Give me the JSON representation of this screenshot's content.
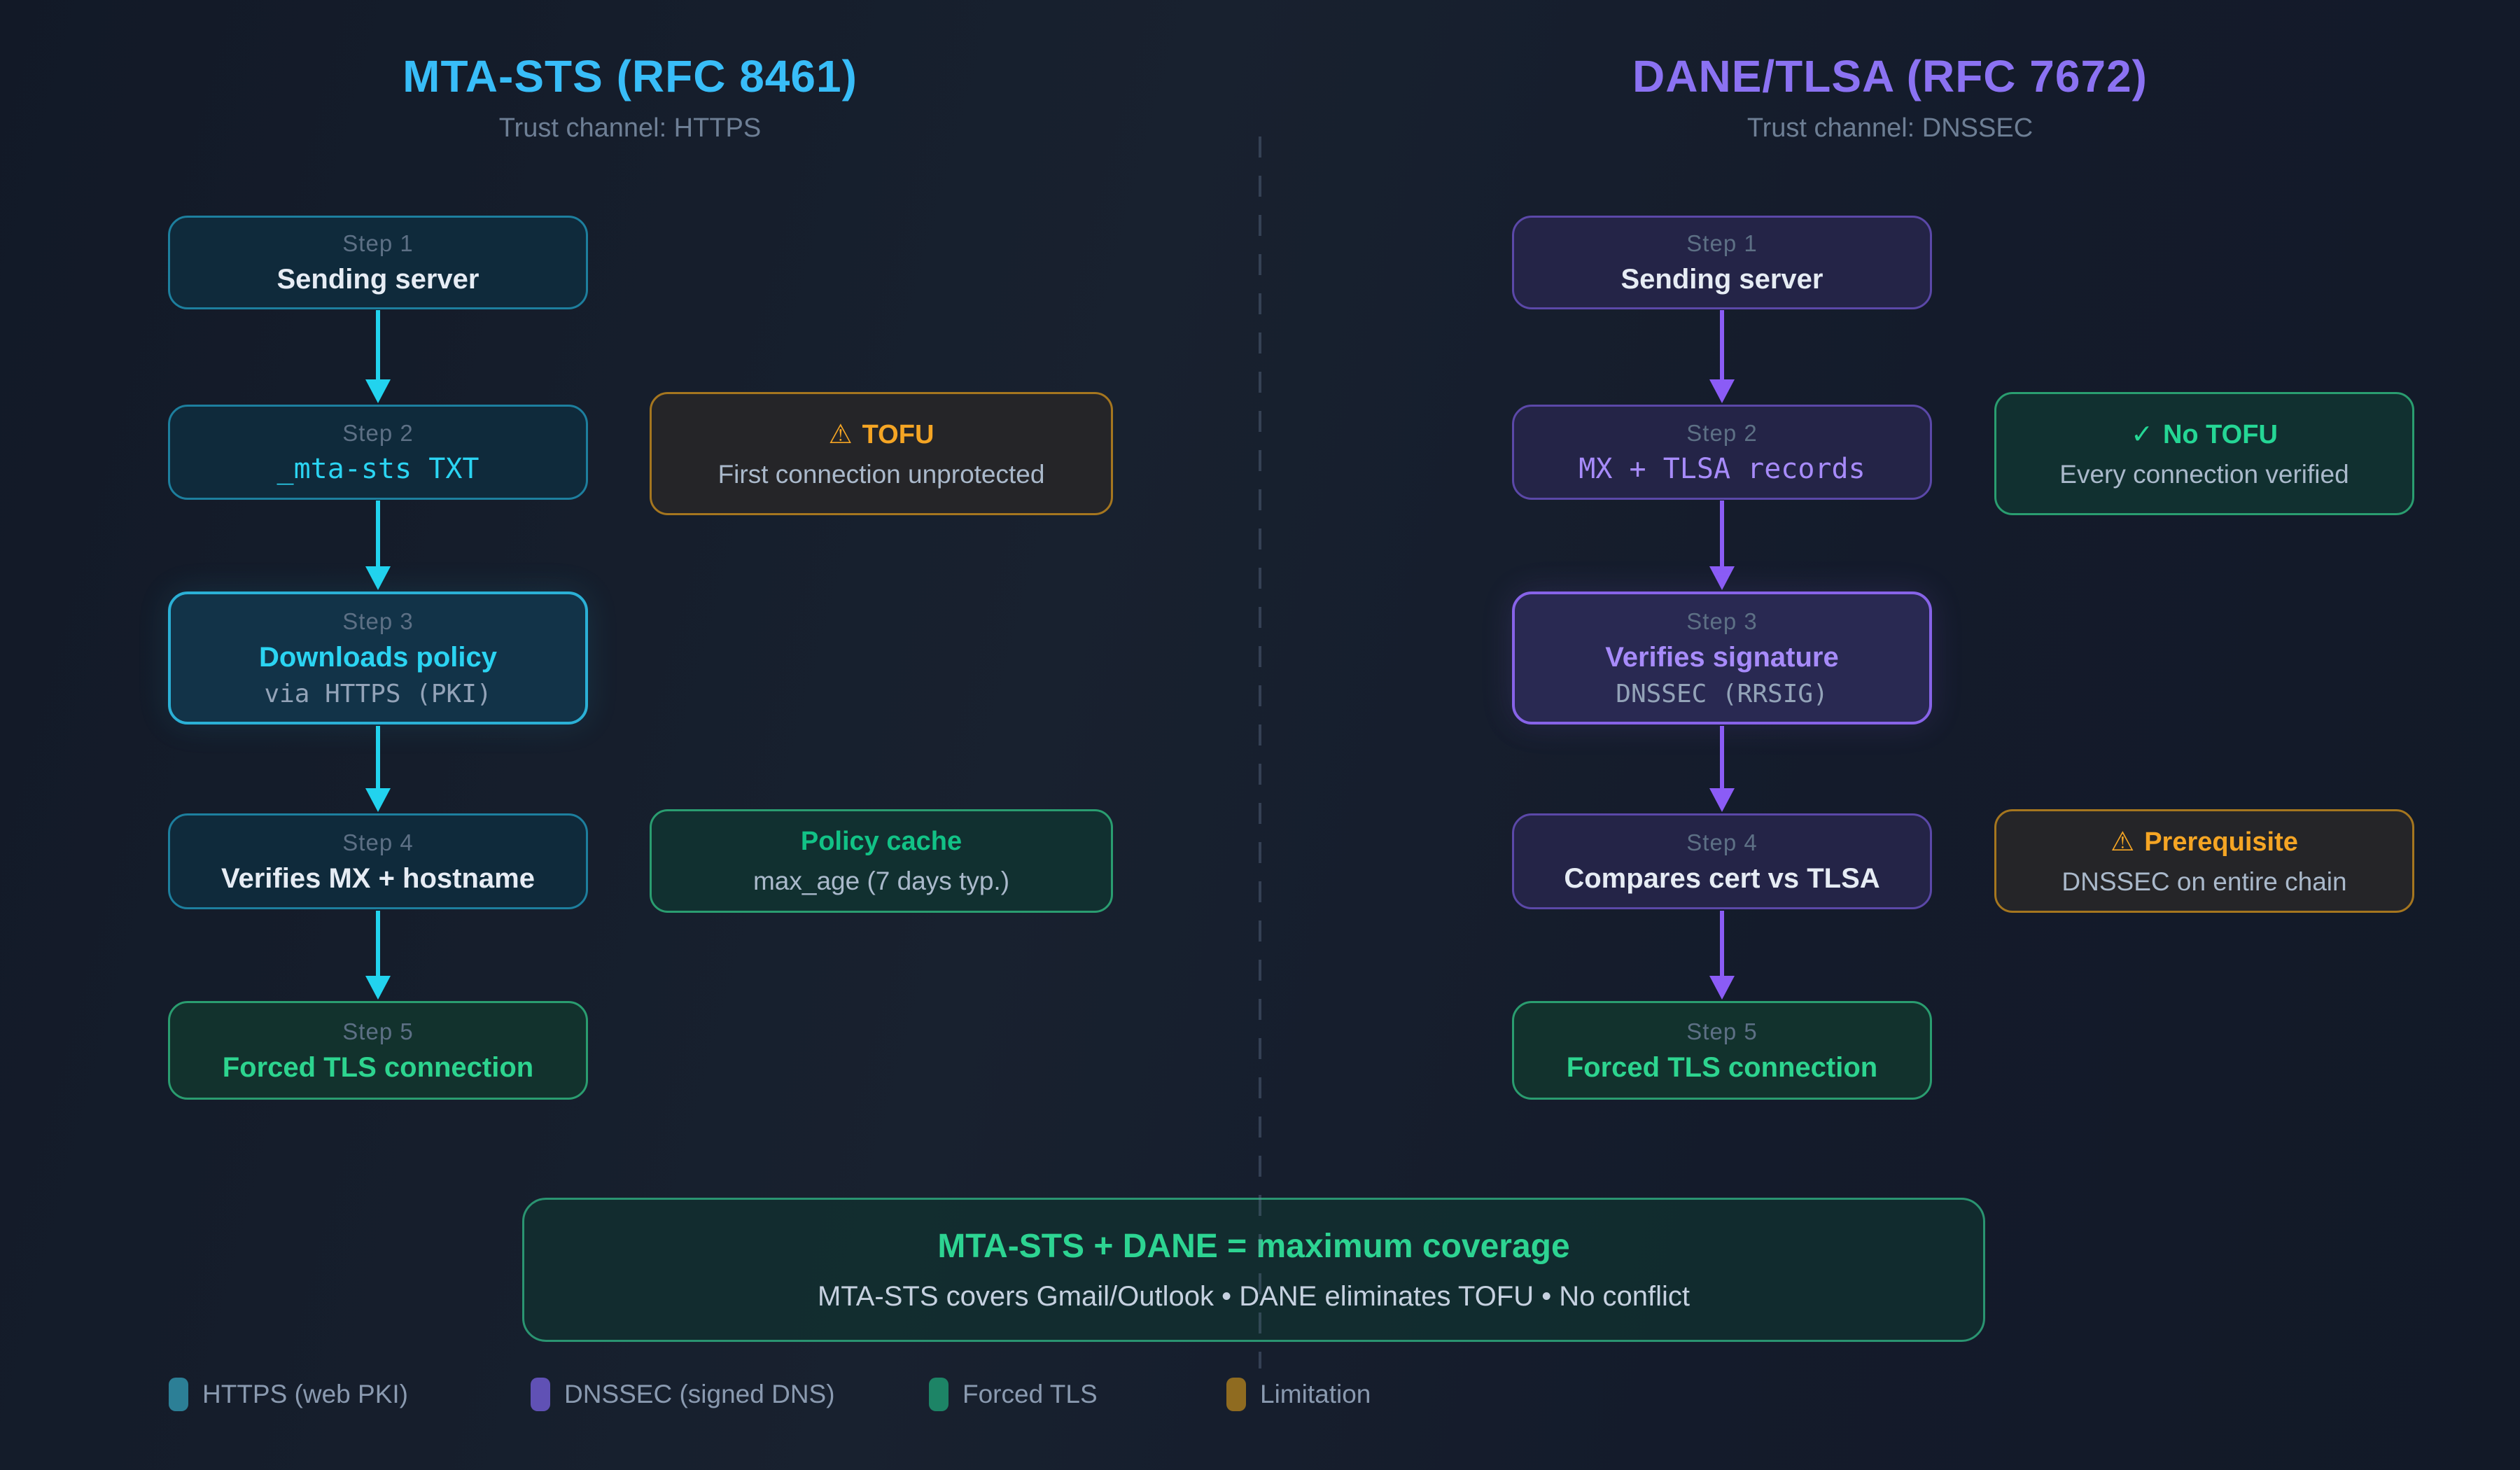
{
  "diagram": {
    "columns": [
      {
        "title": "MTA-STS (RFC 8461)",
        "subtitle": "Trust channel: HTTPS",
        "accent_color": "#38bdf8",
        "arrow_color": "#22d3ee",
        "steps": [
          {
            "label": "Step 1",
            "title": "Sending server"
          },
          {
            "label": "Step 2",
            "title": "_mta-sts TXT"
          },
          {
            "label": "Step 3",
            "title": "Downloads policy",
            "subtitle": "via HTTPS (PKI)"
          },
          {
            "label": "Step 4",
            "title": "Verifies MX + hostname"
          },
          {
            "label": "Step 5",
            "title": "Forced TLS connection"
          }
        ],
        "notes": [
          {
            "icon": "⚠",
            "title": "TOFU",
            "subtitle": "First connection unprotected",
            "type": "limitation"
          },
          {
            "icon": "",
            "title": "Policy cache",
            "subtitle": "max_age (7 days typ.)",
            "type": "ok"
          }
        ]
      },
      {
        "title": "DANE/TLSA (RFC 7672)",
        "subtitle": "Trust channel: DNSSEC",
        "accent_color": "#8b72f2",
        "arrow_color": "#8b5cf6",
        "steps": [
          {
            "label": "Step 1",
            "title": "Sending server"
          },
          {
            "label": "Step 2",
            "title": "MX + TLSA records"
          },
          {
            "label": "Step 3",
            "title": "Verifies signature",
            "subtitle": "DNSSEC (RRSIG)"
          },
          {
            "label": "Step 4",
            "title": "Compares cert vs TLSA"
          },
          {
            "label": "Step 5",
            "title": "Forced TLS connection"
          }
        ],
        "notes": [
          {
            "icon": "✓",
            "title": "No TOFU",
            "subtitle": "Every connection verified",
            "type": "ok"
          },
          {
            "icon": "⚠",
            "title": "Prerequisite",
            "subtitle": "DNSSEC on entire chain",
            "type": "limitation"
          }
        ]
      }
    ],
    "summary": {
      "title": "MTA-STS + DANE = maximum coverage",
      "subtitle": "MTA-STS covers Gmail/Outlook • DANE eliminates TOFU • No conflict"
    },
    "legend": [
      {
        "label": "HTTPS (web PKI)",
        "color": "#2c7f96"
      },
      {
        "label": "DNSSEC (signed DNS)",
        "color": "#6051b5"
      },
      {
        "label": "Forced TLS",
        "color": "#1d8466"
      },
      {
        "label": "Limitation",
        "color": "#8f6b20"
      }
    ]
  }
}
